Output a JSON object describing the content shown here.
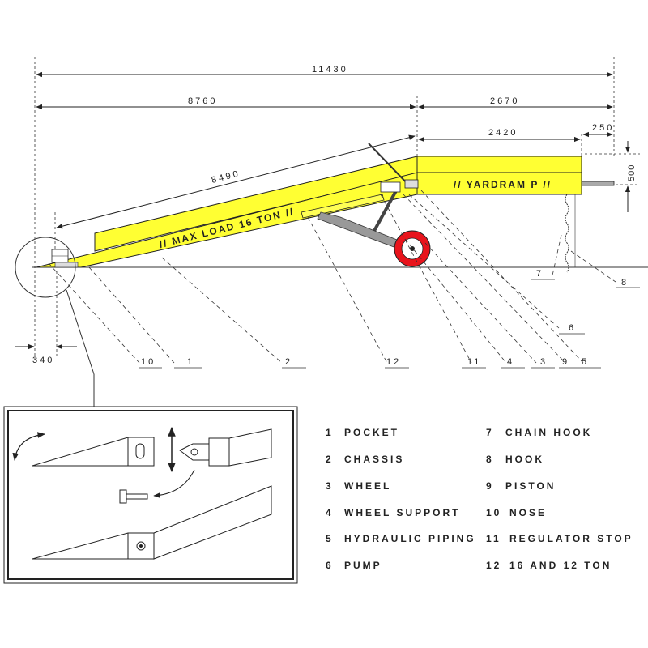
{
  "dimensions": {
    "overall": "11430",
    "ramp_length": "8760",
    "platform_length": "2670",
    "slope_length": "8490",
    "platform_top": "2420",
    "end_offset": "250",
    "height": "500",
    "nose_offset": "340"
  },
  "ramp_labels": {
    "slope_label": "// MAX LOAD 16 TON //",
    "platform_label": "//  YARDRAM P  //"
  },
  "callouts": [
    "10",
    "1",
    "2",
    "12",
    "11",
    "4",
    "3",
    "9",
    "5",
    "6",
    "7",
    "8"
  ],
  "legend": [
    {
      "num": "1",
      "label": "POCKET"
    },
    {
      "num": "2",
      "label": "CHASSIS"
    },
    {
      "num": "3",
      "label": "WHEEL"
    },
    {
      "num": "4",
      "label": "WHEEL SUPPORT"
    },
    {
      "num": "5",
      "label": "HYDRAULIC PIPING"
    },
    {
      "num": "6",
      "label": "PUMP"
    },
    {
      "num": "7",
      "label": "CHAIN HOOK"
    },
    {
      "num": "8",
      "label": "HOOK"
    },
    {
      "num": "9",
      "label": "PISTON"
    },
    {
      "num": "10",
      "label": "NOSE"
    },
    {
      "num": "11",
      "label": "REGULATOR STOP"
    },
    {
      "num": "12",
      "label": "16 AND 12 TON"
    }
  ],
  "colors": {
    "ramp_fill": "#ffff33",
    "wheel_rim": "#e8141c",
    "strut": "#888888"
  }
}
